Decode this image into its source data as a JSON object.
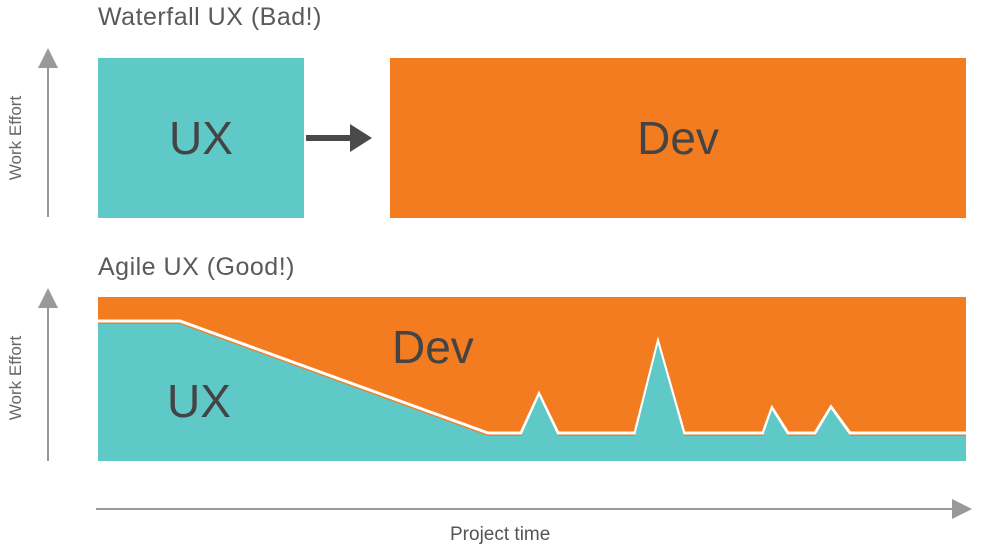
{
  "waterfall": {
    "title": "Waterfall UX (Bad!)",
    "y_axis_label": "Work Effort",
    "ux_label": "UX",
    "dev_label": "Dev"
  },
  "agile": {
    "title": "Agile UX (Good!)",
    "y_axis_label": "Work Effort",
    "ux_label": "UX",
    "dev_label": "Dev"
  },
  "x_axis_label": "Project time",
  "colors": {
    "ux": "#5fc9c8",
    "dev": "#f47c20",
    "axis": "#999999",
    "arrow": "#4a4a4a"
  }
}
